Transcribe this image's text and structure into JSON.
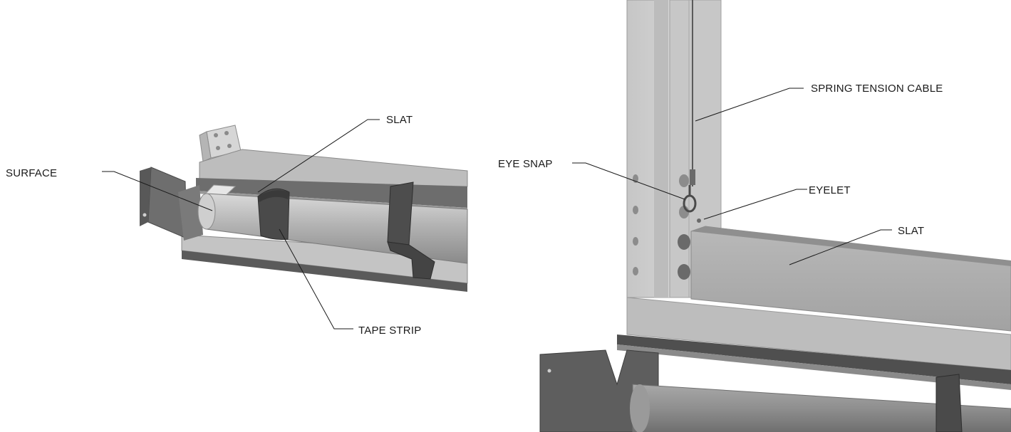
{
  "left_view": {
    "labels": {
      "surface": "SURFACE",
      "slat": "SLAT",
      "tape_strip": "TAPE STRIP"
    }
  },
  "right_view": {
    "labels": {
      "spring_tension_cable": "SPRING TENSION CABLE",
      "eye_snap": "EYE SNAP",
      "eyelet": "EYELET",
      "slat": "SLAT"
    }
  },
  "colors": {
    "background": "#ffffff",
    "label_text": "#1a1a1a",
    "leader_line": "#1a1a1a",
    "metal_light": "#c8c8c8",
    "metal_mid": "#a9a9a9",
    "metal_dark": "#707070",
    "strap_dark": "#4a4a4a"
  }
}
